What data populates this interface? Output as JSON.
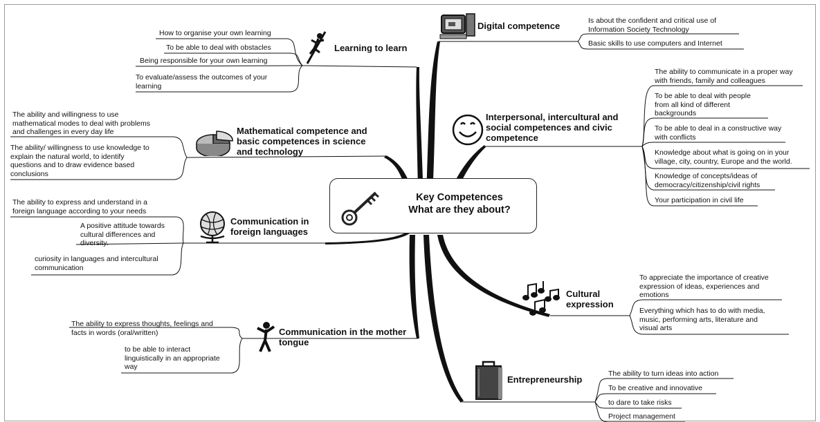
{
  "center": {
    "line1": "Key Competences",
    "line2": "What are they about?"
  },
  "branches": {
    "learning": {
      "title": "Learning to learn",
      "icon": "climber-icon",
      "items": [
        "How to organise your own learning",
        "To be able to deal with obstacles",
        "Being responsible for your own learning",
        "To evaluate/assess the outcomes of your",
        "learning"
      ]
    },
    "math": {
      "title": [
        "Mathematical competence and",
        "basic competences in science",
        "and technology"
      ],
      "icon": "pie-chart-icon",
      "items": [
        [
          "The ability and willingness to use",
          "mathematical modes to deal with problems",
          "and challenges in every day life"
        ],
        [
          "The ability/ willingness to use knowledge to",
          "explain the natural world, to identify",
          "questions  and to draw evidence based",
          "conclusions"
        ]
      ]
    },
    "foreign": {
      "title": [
        "Communication in",
        "foreign languages"
      ],
      "icon": "globe-icon",
      "items": [
        [
          "The ability to express and understand in a",
          "foreign language according to your needs"
        ],
        [
          "A positive attitude towards",
          "cultural differences and",
          "diversity."
        ],
        [
          "curiosity in languages and intercultural",
          "communication"
        ]
      ]
    },
    "mother": {
      "title": [
        "Communication in the mother",
        "tongue"
      ],
      "icon": "speaking-person-icon",
      "items": [
        [
          "The ability to express thoughts, feelings and",
          "facts in words (oral/written)"
        ],
        [
          "to be able to interact",
          "linguistically in an appropriate",
          "way"
        ]
      ]
    },
    "digital": {
      "title": "Digital competence",
      "icon": "computer-icon",
      "items": [
        [
          "Is about the confident and critical use of",
          "Information Society Technology"
        ],
        [
          "Basic skills to use computers and Internet"
        ]
      ]
    },
    "social": {
      "title": [
        "Interpersonal, intercultural and",
        "social competences and civic",
        "competence"
      ],
      "icon": "smiley-icon",
      "items": [
        [
          "The ability to communicate in a proper way",
          "with friends, family and colleagues"
        ],
        [
          "To be able to deal with people",
          "from all kind of different",
          "backgrounds"
        ],
        [
          "To be able to deal in a constructive way",
          "with conflicts"
        ],
        [
          "Knowledge about what is going on in your",
          "village, city, country, Europe and the world."
        ],
        [
          "Knowledge of concepts/ideas of",
          "democracy/citizenship/civil rights"
        ],
        [
          "Your participation in civil life"
        ]
      ]
    },
    "cultural": {
      "title": [
        "Cultural",
        "expression"
      ],
      "icon": "music-notes-icon",
      "items": [
        [
          "To appreciate the importance of creative",
          "expression of ideas, experiences and",
          "emotions"
        ],
        [
          "Everything which has to do with media,",
          "music, performing arts, literature and",
          "visual arts"
        ]
      ]
    },
    "entrepreneurship": {
      "title": "Entrepreneurship",
      "icon": "briefcase-icon",
      "items": [
        "The ability to turn ideas into action",
        "To be creative and innovative",
        "to dare to take risks",
        "Project management"
      ]
    }
  }
}
